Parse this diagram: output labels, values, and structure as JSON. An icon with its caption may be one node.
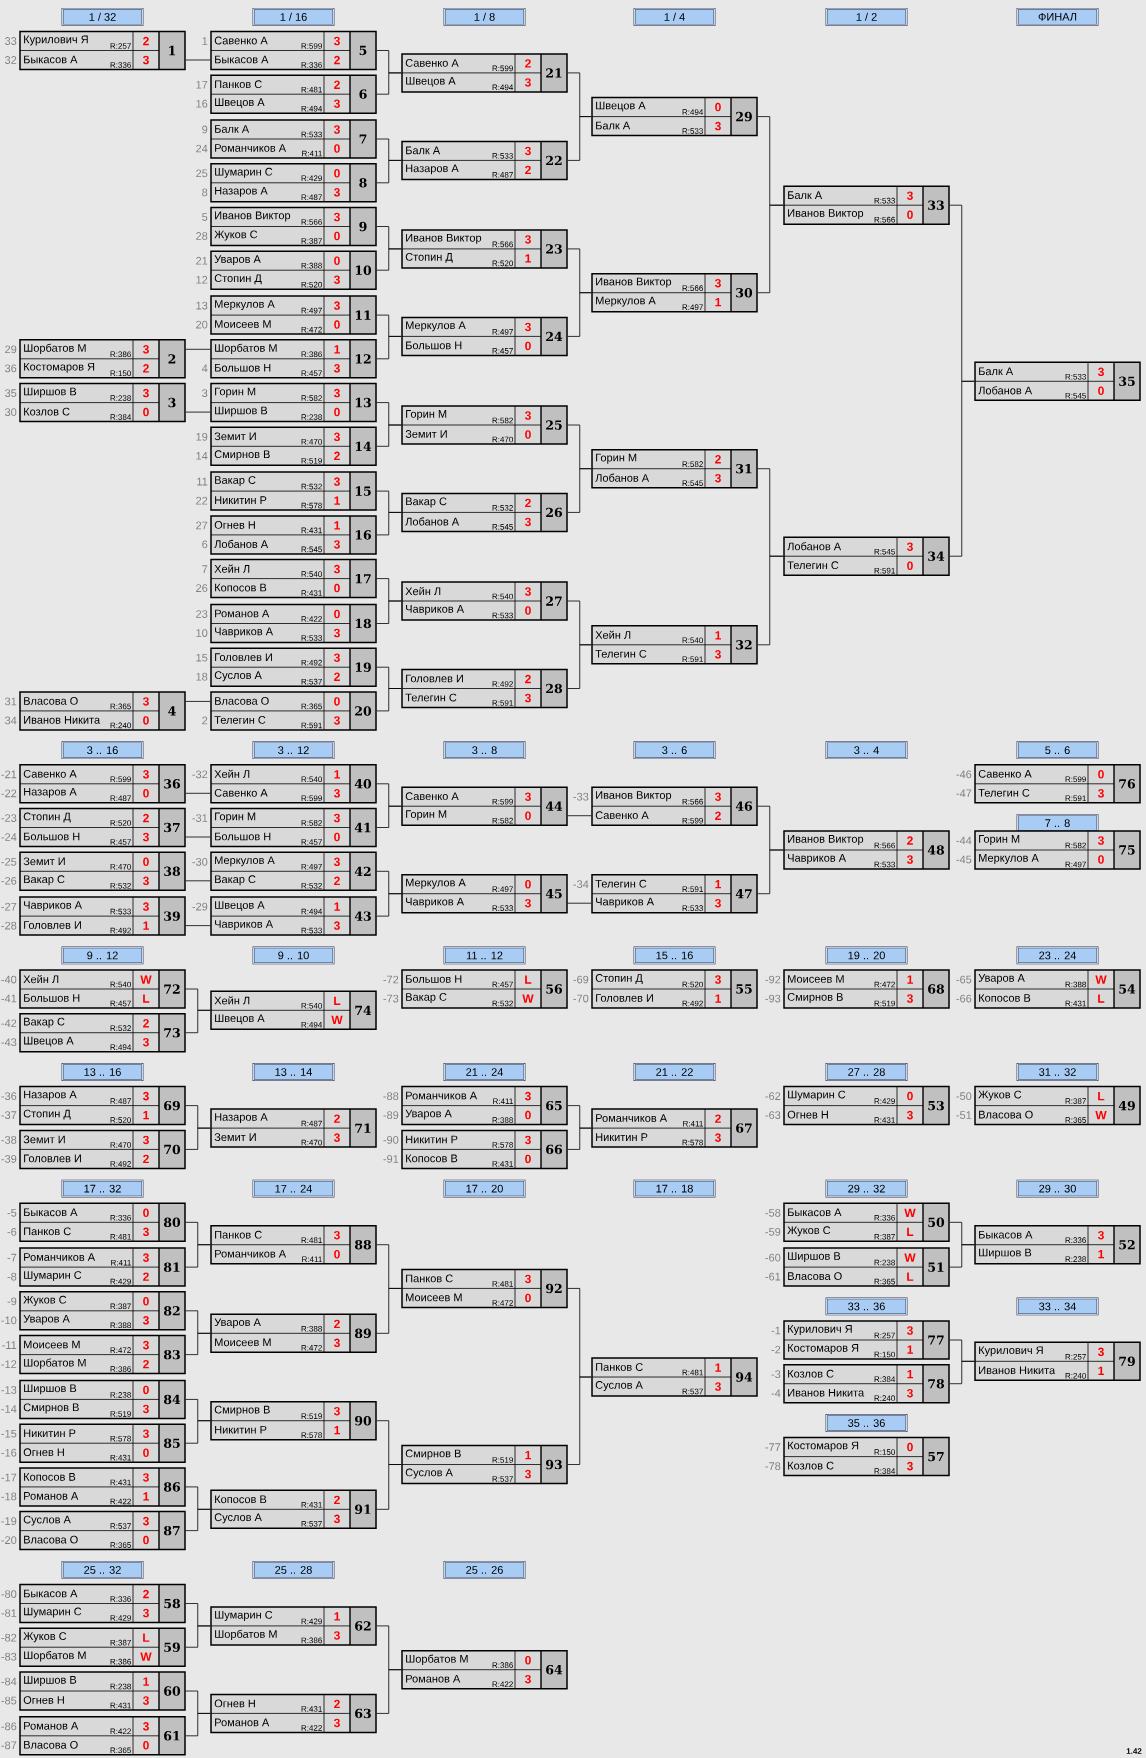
{
  "diagram": {
    "nodes": [
      {
        "text": [
          "1 / 32"
        ]
      },
      {
        "text": [
          "1 / 16"
        ]
      },
      {
        "text": [
          "1 / 8"
        ]
      },
      {
        "text": [
          "1 / 4"
        ]
      },
      {
        "text": [
          "1 / 2"
        ]
      },
      {
        "text": [
          "ФИНАЛ"
        ]
      },
      {
        "text": [
          "Курилович Я",
          "R:257",
          "2",
          "Быкасов А",
          "R:336",
          "3",
          "1"
        ],
        "beside": [
          "33",
          "32"
        ]
      },
      {
        "text": [
          "Шорбатов М",
          "R:386",
          "3",
          "Костомаров Я",
          "R:150",
          "2",
          "2"
        ],
        "beside": [
          "29",
          "36"
        ]
      },
      {
        "text": [
          "Ширшов В",
          "R:238",
          "3",
          "Козлов С",
          "R:384",
          "0",
          "3"
        ],
        "beside": [
          "35",
          "30"
        ]
      },
      {
        "text": [
          "Власова О",
          "R:365",
          "3",
          "Иванов Никита",
          "R:240",
          "0",
          "4"
        ],
        "beside": [
          "31",
          "34"
        ]
      },
      {
        "text": [
          "Савенко А",
          "R:599",
          "3",
          "Быкасов А",
          "R:336",
          "2",
          "5"
        ],
        "beside": [
          "1"
        ]
      },
      {
        "text": [
          "Панков С",
          "R:481",
          "2",
          "Швецов А",
          "R:494",
          "3",
          "6"
        ],
        "beside": [
          "17",
          "16"
        ]
      },
      {
        "text": [
          "Балк А",
          "R:533",
          "3",
          "Романчиков А",
          "R:411",
          "0",
          "7"
        ],
        "beside": [
          "9",
          "24"
        ]
      },
      {
        "text": [
          "Шумарин С",
          "R:429",
          "0",
          "Назаров А",
          "R:487",
          "3",
          "8"
        ],
        "beside": [
          "25",
          "8"
        ]
      },
      {
        "text": [
          "Иванов Виктор",
          "R:566",
          "3",
          "Жуков С",
          "R:387",
          "0",
          "9"
        ],
        "beside": [
          "5",
          "28"
        ]
      },
      {
        "text": [
          "Уваров А",
          "R:388",
          "0",
          "Стопин Д",
          "R:520",
          "3",
          "10"
        ],
        "beside": [
          "21",
          "12"
        ]
      },
      {
        "text": [
          "Меркулов А",
          "R:497",
          "3",
          "Моисеев М",
          "R:472",
          "0",
          "11"
        ],
        "beside": [
          "13",
          "20"
        ]
      },
      {
        "text": [
          "Шорбатов М",
          "R:386",
          "1",
          "Большов Н",
          "R:457",
          "3",
          "12"
        ],
        "beside": [
          "4"
        ]
      },
      {
        "text": [
          "Горин М",
          "R:582",
          "3",
          "Ширшов В",
          "R:238",
          "0",
          "13"
        ],
        "beside": [
          "3"
        ]
      },
      {
        "text": [
          "Земит И",
          "R:470",
          "3",
          "Смирнов В",
          "R:519",
          "2",
          "14"
        ],
        "beside": [
          "19",
          "14"
        ]
      },
      {
        "text": [
          "Вакар С",
          "R:532",
          "3",
          "Никитин Р",
          "R:578",
          "1",
          "15"
        ],
        "beside": [
          "11",
          "22"
        ]
      },
      {
        "text": [
          "Огнев Н",
          "R:431",
          "1",
          "Лобанов А",
          "R:545",
          "3",
          "16"
        ],
        "beside": [
          "27",
          "6"
        ]
      },
      {
        "text": [
          "Хейн Л",
          "R:540",
          "3",
          "Копосов В",
          "R:431",
          "0",
          "17"
        ],
        "beside": [
          "7",
          "26"
        ]
      },
      {
        "text": [
          "Романов А",
          "R:422",
          "0",
          "Чавриков А",
          "R:533",
          "3",
          "18"
        ],
        "beside": [
          "23",
          "10"
        ]
      },
      {
        "text": [
          "Головлев И",
          "R:492",
          "3",
          "Суслов А",
          "R:537",
          "2",
          "19"
        ],
        "beside": [
          "15",
          "18"
        ]
      },
      {
        "text": [
          "Власова О",
          "R:365",
          "0",
          "Телегин С",
          "R:591",
          "3",
          "20"
        ],
        "beside": [
          "2"
        ]
      },
      {
        "text": [
          "Савенко А",
          "R:599",
          "2",
          "Швецов А",
          "R:494",
          "3",
          "21"
        ]
      },
      {
        "text": [
          "Балк А",
          "R:533",
          "3",
          "Назаров А",
          "R:487",
          "2",
          "22"
        ]
      },
      {
        "text": [
          "Иванов Виктор",
          "R:566",
          "3",
          "Стопин Д",
          "R:520",
          "1",
          "23"
        ]
      },
      {
        "text": [
          "Меркулов А",
          "R:497",
          "3",
          "Большов Н",
          "R:457",
          "0",
          "24"
        ]
      },
      {
        "text": [
          "Горин М",
          "R:582",
          "3",
          "Земит И",
          "R:470",
          "0",
          "25"
        ]
      },
      {
        "text": [
          "Вакар С",
          "R:532",
          "2",
          "Лобанов А",
          "R:545",
          "3",
          "26"
        ]
      },
      {
        "text": [
          "Хейн Л",
          "R:540",
          "3",
          "Чавриков А",
          "R:533",
          "0",
          "27"
        ]
      },
      {
        "text": [
          "Головлев И",
          "R:492",
          "2",
          "Телегин С",
          "R:591",
          "3",
          "28"
        ]
      },
      {
        "text": [
          "Швецов А",
          "R:494",
          "0",
          "Балк А",
          "R:533",
          "3",
          "29"
        ]
      },
      {
        "text": [
          "Иванов Виктор",
          "R:566",
          "3",
          "Меркулов А",
          "R:497",
          "1",
          "30"
        ]
      },
      {
        "text": [
          "Горин М",
          "R:582",
          "2",
          "Лобанов А",
          "R:545",
          "3",
          "31"
        ]
      },
      {
        "text": [
          "Хейн Л",
          "R:540",
          "1",
          "Телегин С",
          "R:591",
          "3",
          "32"
        ]
      },
      {
        "text": [
          "Балк А",
          "R:533",
          "3",
          "Иванов Виктор",
          "R:566",
          "0",
          "33"
        ]
      },
      {
        "text": [
          "Лобанов А",
          "R:545",
          "3",
          "Телегин С",
          "R:591",
          "0",
          "34"
        ]
      },
      {
        "text": [
          "Балк А",
          "R:533",
          "3",
          "Лобанов А",
          "R:545",
          "0",
          "35"
        ]
      },
      {
        "text": [
          "3 .. 16"
        ]
      },
      {
        "text": [
          "3 .. 12"
        ]
      },
      {
        "text": [
          "3 .. 8"
        ]
      },
      {
        "text": [
          "3 .. 6"
        ]
      },
      {
        "text": [
          "3 .. 4"
        ]
      },
      {
        "text": [
          "5 .. 6"
        ]
      },
      {
        "text": [
          "Савенко А",
          "R:599",
          "3",
          "Назаров А",
          "R:487",
          "0",
          "36"
        ],
        "beside": [
          "-21",
          "-22"
        ]
      },
      {
        "text": [
          "Стопин Д",
          "R:520",
          "2",
          "Большов Н",
          "R:457",
          "3",
          "37"
        ],
        "beside": [
          "-23",
          "-24"
        ]
      },
      {
        "text": [
          "Земит И",
          "R:470",
          "0",
          "Вакар С",
          "R:532",
          "3",
          "38"
        ],
        "beside": [
          "-25",
          "-26"
        ]
      },
      {
        "text": [
          "Чавриков А",
          "R:533",
          "3",
          "Головлев И",
          "R:492",
          "1",
          "39"
        ],
        "beside": [
          "-27",
          "-28"
        ]
      },
      {
        "text": [
          "Хейн Л",
          "R:540",
          "1",
          "Савенко А",
          "R:599",
          "3",
          "40"
        ],
        "beside": [
          "-32"
        ]
      },
      {
        "text": [
          "Горин М",
          "R:582",
          "3",
          "Большов Н",
          "R:457",
          "0",
          "41"
        ],
        "beside": [
          "-31"
        ]
      },
      {
        "text": [
          "Меркулов А",
          "R:497",
          "3",
          "Вакар С",
          "R:532",
          "2",
          "42"
        ],
        "beside": [
          "-30"
        ]
      },
      {
        "text": [
          "Швецов А",
          "R:494",
          "1",
          "Чавриков А",
          "R:533",
          "3",
          "43"
        ],
        "beside": [
          "-29"
        ]
      },
      {
        "text": [
          "Савенко А",
          "R:599",
          "3",
          "Горин М",
          "R:582",
          "0",
          "44"
        ]
      },
      {
        "text": [
          "Меркулов А",
          "R:497",
          "0",
          "Чавриков А",
          "R:533",
          "3",
          "45"
        ]
      },
      {
        "text": [
          "Иванов Виктор",
          "R:566",
          "3",
          "Савенко А",
          "R:599",
          "2",
          "46"
        ],
        "beside": [
          "-33"
        ]
      },
      {
        "text": [
          "Телегин С",
          "R:591",
          "1",
          "Чавриков А",
          "R:533",
          "3",
          "47"
        ],
        "beside": [
          "-34"
        ]
      },
      {
        "text": [
          "Иванов Виктор",
          "R:566",
          "2",
          "Чавриков А",
          "R:533",
          "3",
          "48"
        ]
      },
      {
        "text": [
          "Савенко А",
          "R:599",
          "0",
          "Телегин С",
          "R:591",
          "3",
          "76"
        ],
        "beside": [
          "-46",
          "-47"
        ]
      },
      {
        "text": [
          "7 .. 8"
        ]
      },
      {
        "text": [
          "Горин М",
          "R:582",
          "3",
          "Меркулов А",
          "R:497",
          "0",
          "75"
        ],
        "beside": [
          "-44",
          "-45"
        ]
      },
      {
        "text": [
          "9 .. 12"
        ]
      },
      {
        "text": [
          "9 .. 10"
        ]
      },
      {
        "text": [
          "11 .. 12"
        ]
      },
      {
        "text": [
          "15 .. 16"
        ]
      },
      {
        "text": [
          "19 .. 20"
        ]
      },
      {
        "text": [
          "23 .. 24"
        ]
      },
      {
        "text": [
          "Хейн Л",
          "R:540",
          "W",
          "Большов Н",
          "R:457",
          "L",
          "72"
        ],
        "beside": [
          "-40",
          "-41"
        ]
      },
      {
        "text": [
          "Вакар С",
          "R:532",
          "2",
          "Швецов А",
          "R:494",
          "3",
          "73"
        ],
        "beside": [
          "-42",
          "-43"
        ]
      },
      {
        "text": [
          "Хейн Л",
          "R:540",
          "L",
          "Швецов А",
          "R:494",
          "W",
          "74"
        ]
      },
      {
        "text": [
          "Большов Н",
          "R:457",
          "L",
          "Вакар С",
          "R:532",
          "W",
          "56"
        ],
        "beside": [
          "-72",
          "-73"
        ]
      },
      {
        "text": [
          "Стопин Д",
          "R:520",
          "3",
          "Головлев И",
          "R:492",
          "1",
          "55"
        ],
        "beside": [
          "-69",
          "-70"
        ]
      },
      {
        "text": [
          "Моисеев М",
          "R:472",
          "1",
          "Смирнов В",
          "R:519",
          "3",
          "68"
        ],
        "beside": [
          "-92",
          "-93"
        ]
      },
      {
        "text": [
          "Уваров А",
          "R:388",
          "W",
          "Копосов В",
          "R:431",
          "L",
          "54"
        ],
        "beside": [
          "-65",
          "-66"
        ]
      },
      {
        "text": [
          "13 .. 16"
        ]
      },
      {
        "text": [
          "13 .. 14"
        ]
      },
      {
        "text": [
          "21 .. 24"
        ]
      },
      {
        "text": [
          "21 .. 22"
        ]
      },
      {
        "text": [
          "27 .. 28"
        ]
      },
      {
        "text": [
          "31 .. 32"
        ]
      },
      {
        "text": [
          "Назаров А",
          "R:487",
          "3",
          "Стопин Д",
          "R:520",
          "1",
          "69"
        ],
        "beside": [
          "-36",
          "-37"
        ]
      },
      {
        "text": [
          "Земит И",
          "R:470",
          "3",
          "Головлев И",
          "R:492",
          "2",
          "70"
        ],
        "beside": [
          "-38",
          "-39"
        ]
      },
      {
        "text": [
          "Назаров А",
          "R:487",
          "2",
          "Земит И",
          "R:470",
          "3",
          "71"
        ]
      },
      {
        "text": [
          "Романчиков А",
          "R:411",
          "3",
          "Уваров А",
          "R:388",
          "0",
          "65"
        ],
        "beside": [
          "-88",
          "-89"
        ]
      },
      {
        "text": [
          "Никитин Р",
          "R:578",
          "3",
          "Копосов В",
          "R:431",
          "0",
          "66"
        ],
        "beside": [
          "-90",
          "-91"
        ]
      },
      {
        "text": [
          "Романчиков А",
          "R:411",
          "2",
          "Никитин Р",
          "R:578",
          "3",
          "67"
        ]
      },
      {
        "text": [
          "Шумарин С",
          "R:429",
          "0",
          "Огнев Н",
          "R:431",
          "3",
          "53"
        ],
        "beside": [
          "-62",
          "-63"
        ]
      },
      {
        "text": [
          "Жуков С",
          "R:387",
          "L",
          "Власова О",
          "R:365",
          "W",
          "49"
        ],
        "beside": [
          "-50",
          "-51"
        ]
      },
      {
        "text": [
          "17 .. 32"
        ]
      },
      {
        "text": [
          "17 .. 24"
        ]
      },
      {
        "text": [
          "17 .. 20"
        ]
      },
      {
        "text": [
          "17 .. 18"
        ]
      },
      {
        "text": [
          "29 .. 32"
        ]
      },
      {
        "text": [
          "29 .. 30"
        ]
      },
      {
        "text": [
          "Быкасов А",
          "R:336",
          "0",
          "Панков С",
          "R:481",
          "3",
          "80"
        ],
        "beside": [
          "-5",
          "-6"
        ]
      },
      {
        "text": [
          "Романчиков А",
          "R:411",
          "3",
          "Шумарин С",
          "R:429",
          "2",
          "81"
        ],
        "beside": [
          "-7",
          "-8"
        ]
      },
      {
        "text": [
          "Жуков С",
          "R:387",
          "0",
          "Уваров А",
          "R:388",
          "3",
          "82"
        ],
        "beside": [
          "-9",
          "-10"
        ]
      },
      {
        "text": [
          "Моисеев М",
          "R:472",
          "3",
          "Шорбатов М",
          "R:386",
          "2",
          "83"
        ],
        "beside": [
          "-11",
          "-12"
        ]
      },
      {
        "text": [
          "Ширшов В",
          "R:238",
          "0",
          "Смирнов В",
          "R:519",
          "3",
          "84"
        ],
        "beside": [
          "-13",
          "-14"
        ]
      },
      {
        "text": [
          "Никитин Р",
          "R:578",
          "3",
          "Огнев Н",
          "R:431",
          "0",
          "85"
        ],
        "beside": [
          "-15",
          "-16"
        ]
      },
      {
        "text": [
          "Копосов В",
          "R:431",
          "3",
          "Романов А",
          "R:422",
          "1",
          "86"
        ],
        "beside": [
          "-17",
          "-18"
        ]
      },
      {
        "text": [
          "Суслов А",
          "R:537",
          "3",
          "Власова О",
          "R:365",
          "0",
          "87"
        ],
        "beside": [
          "-19",
          "-20"
        ]
      },
      {
        "text": [
          "Панков С",
          "R:481",
          "3",
          "Романчиков А",
          "R:411",
          "0",
          "88"
        ]
      },
      {
        "text": [
          "Уваров А",
          "R:388",
          "2",
          "Моисеев М",
          "R:472",
          "3",
          "89"
        ]
      },
      {
        "text": [
          "Смирнов В",
          "R:519",
          "3",
          "Никитин Р",
          "R:578",
          "1",
          "90"
        ]
      },
      {
        "text": [
          "Копосов В",
          "R:431",
          "2",
          "Суслов А",
          "R:537",
          "3",
          "91"
        ]
      },
      {
        "text": [
          "Панков С",
          "R:481",
          "3",
          "Моисеев М",
          "R:472",
          "0",
          "92"
        ]
      },
      {
        "text": [
          "Смирнов В",
          "R:519",
          "1",
          "Суслов А",
          "R:537",
          "3",
          "93"
        ]
      },
      {
        "text": [
          "Панков С",
          "R:481",
          "1",
          "Суслов А",
          "R:537",
          "3",
          "94"
        ]
      },
      {
        "text": [
          "Быкасов А",
          "R:336",
          "W",
          "Жуков С",
          "R:387",
          "L",
          "50"
        ],
        "beside": [
          "-58",
          "-59"
        ]
      },
      {
        "text": [
          "Ширшов В",
          "R:238",
          "W",
          "Власова О",
          "R:365",
          "L",
          "51"
        ],
        "beside": [
          "-60",
          "-61"
        ]
      },
      {
        "text": [
          "Быкасов А",
          "R:336",
          "3",
          "Ширшов В",
          "R:238",
          "1",
          "52"
        ]
      },
      {
        "text": [
          "33 .. 36"
        ]
      },
      {
        "text": [
          "33 .. 34"
        ]
      },
      {
        "text": [
          "Курилович Я",
          "R:257",
          "3",
          "Костомаров Я",
          "R:150",
          "1",
          "77"
        ],
        "beside": [
          "-1",
          "-2"
        ]
      },
      {
        "text": [
          "Козлов С",
          "R:384",
          "1",
          "Иванов Никита",
          "R:240",
          "3",
          "78"
        ],
        "beside": [
          "-3",
          "-4"
        ]
      },
      {
        "text": [
          "Курилович Я",
          "R:257",
          "3",
          "Иванов Никита",
          "R:240",
          "1",
          "79"
        ]
      },
      {
        "text": [
          "35 .. 36"
        ]
      },
      {
        "text": [
          "Костомаров Я",
          "R:150",
          "0",
          "Козлов С",
          "R:384",
          "3",
          "57"
        ],
        "beside": [
          "-77",
          "-78"
        ]
      },
      {
        "text": [
          "25 .. 32"
        ]
      },
      {
        "text": [
          "25 .. 28"
        ]
      },
      {
        "text": [
          "25 .. 26"
        ]
      },
      {
        "text": [
          "Быкасов А",
          "R:336",
          "2",
          "Шумарин С",
          "R:429",
          "3",
          "58"
        ],
        "beside": [
          "-80",
          "-81"
        ]
      },
      {
        "text": [
          "Жуков С",
          "R:387",
          "L",
          "Шорбатов М",
          "R:386",
          "W",
          "59"
        ],
        "beside": [
          "-82",
          "-83"
        ]
      },
      {
        "text": [
          "Ширшов В",
          "R:238",
          "1",
          "Огнев Н",
          "R:431",
          "3",
          "60"
        ],
        "beside": [
          "-84",
          "-85"
        ]
      },
      {
        "text": [
          "Романов А",
          "R:422",
          "3",
          "Власова О",
          "R:365",
          "0",
          "61"
        ],
        "beside": [
          "-86",
          "-87"
        ]
      },
      {
        "text": [
          "Шумарин С",
          "R:429",
          "1",
          "Шорбатов М",
          "R:386",
          "3",
          "62"
        ]
      },
      {
        "text": [
          "Огнев Н",
          "R:431",
          "2",
          "Романов А",
          "R:422",
          "3",
          "63"
        ]
      },
      {
        "text": [
          "Шорбатов М",
          "R:386",
          "0",
          "Романов А",
          "R:422",
          "3",
          "64"
        ]
      }
    ],
    "edges": [
      {
        "from": 6,
        "to": 10,
        "arrow": "none"
      },
      {
        "from": 7,
        "to": 17,
        "arrow": "none"
      },
      {
        "from": 8,
        "to": 18,
        "arrow": "none"
      },
      {
        "from": 9,
        "to": 25,
        "arrow": "none"
      },
      {
        "from": 10,
        "to": 26,
        "arrow": "none"
      },
      {
        "from": 11,
        "to": 26,
        "arrow": "none"
      },
      {
        "from": 12,
        "to": 27,
        "arrow": "none"
      },
      {
        "from": 13,
        "to": 27,
        "arrow": "none"
      },
      {
        "from": 14,
        "to": 28,
        "arrow": "none"
      },
      {
        "from": 15,
        "to": 28,
        "arrow": "none"
      },
      {
        "from": 16,
        "to": 29,
        "arrow": "none"
      },
      {
        "from": 17,
        "to": 29,
        "arrow": "none"
      },
      {
        "from": 18,
        "to": 30,
        "arrow": "none"
      },
      {
        "from": 19,
        "to": 30,
        "arrow": "none"
      },
      {
        "from": 20,
        "to": 31,
        "arrow": "none"
      },
      {
        "from": 21,
        "to": 31,
        "arrow": "none"
      },
      {
        "from": 22,
        "to": 32,
        "arrow": "none"
      },
      {
        "from": 23,
        "to": 32,
        "arrow": "none"
      },
      {
        "from": 24,
        "to": 33,
        "arrow": "none"
      },
      {
        "from": 25,
        "to": 33,
        "arrow": "none"
      },
      {
        "from": 26,
        "to": 34,
        "arrow": "none"
      },
      {
        "from": 27,
        "to": 34,
        "arrow": "none"
      },
      {
        "from": 28,
        "to": 35,
        "arrow": "none"
      },
      {
        "from": 29,
        "to": 35,
        "arrow": "none"
      },
      {
        "from": 30,
        "to": 36,
        "arrow": "none"
      },
      {
        "from": 31,
        "to": 36,
        "arrow": "none"
      },
      {
        "from": 32,
        "to": 37,
        "arrow": "none"
      },
      {
        "from": 33,
        "to": 37,
        "arrow": "none"
      },
      {
        "from": 34,
        "to": 38,
        "arrow": "none"
      },
      {
        "from": 35,
        "to": 38,
        "arrow": "none"
      },
      {
        "from": 36,
        "to": 39,
        "arrow": "none"
      },
      {
        "from": 37,
        "to": 39,
        "arrow": "none"
      },
      {
        "from": 38,
        "to": 40,
        "arrow": "none"
      },
      {
        "from": 39,
        "to": 40,
        "arrow": "none"
      },
      {
        "from": 47,
        "to": 51,
        "arrow": "none"
      },
      {
        "from": 48,
        "to": 52,
        "arrow": "none"
      },
      {
        "from": 49,
        "to": 53,
        "arrow": "none"
      },
      {
        "from": 50,
        "to": 54,
        "arrow": "none"
      },
      {
        "from": 51,
        "to": 55,
        "arrow": "none"
      },
      {
        "from": 52,
        "to": 55,
        "arrow": "none"
      },
      {
        "from": 53,
        "to": 56,
        "arrow": "none"
      },
      {
        "from": 54,
        "to": 56,
        "arrow": "none"
      },
      {
        "from": 55,
        "to": 57,
        "arrow": "none"
      },
      {
        "from": 56,
        "to": 58,
        "arrow": "none"
      },
      {
        "from": 57,
        "to": 59,
        "arrow": "none"
      },
      {
        "from": 58,
        "to": 59,
        "arrow": "none"
      },
      {
        "from": 69,
        "to": 71,
        "arrow": "none"
      },
      {
        "from": 70,
        "to": 71,
        "arrow": "none"
      },
      {
        "from": 82,
        "to": 84,
        "arrow": "none"
      },
      {
        "from": 83,
        "to": 84,
        "arrow": "none"
      },
      {
        "from": 85,
        "to": 87,
        "arrow": "none"
      },
      {
        "from": 86,
        "to": 87,
        "arrow": "none"
      },
      {
        "from": 96,
        "to": 104,
        "arrow": "none"
      },
      {
        "from": 97,
        "to": 104,
        "arrow": "none"
      },
      {
        "from": 98,
        "to": 105,
        "arrow": "none"
      },
      {
        "from": 99,
        "to": 105,
        "arrow": "none"
      },
      {
        "from": 100,
        "to": 106,
        "arrow": "none"
      },
      {
        "from": 101,
        "to": 106,
        "arrow": "none"
      },
      {
        "from": 102,
        "to": 107,
        "arrow": "none"
      },
      {
        "from": 103,
        "to": 107,
        "arrow": "none"
      },
      {
        "from": 104,
        "to": 108,
        "arrow": "none"
      },
      {
        "from": 105,
        "to": 108,
        "arrow": "none"
      },
      {
        "from": 106,
        "to": 109,
        "arrow": "none"
      },
      {
        "from": 107,
        "to": 109,
        "arrow": "none"
      },
      {
        "from": 108,
        "to": 110,
        "arrow": "none"
      },
      {
        "from": 109,
        "to": 110,
        "arrow": "none"
      },
      {
        "from": 111,
        "to": 113,
        "arrow": "none"
      },
      {
        "from": 112,
        "to": 113,
        "arrow": "none"
      },
      {
        "from": 116,
        "to": 118,
        "arrow": "none"
      },
      {
        "from": 117,
        "to": 118,
        "arrow": "none"
      },
      {
        "from": 124,
        "to": 128,
        "arrow": "none"
      },
      {
        "from": 125,
        "to": 128,
        "arrow": "none"
      },
      {
        "from": 126,
        "to": 129,
        "arrow": "none"
      },
      {
        "from": 127,
        "to": 129,
        "arrow": "none"
      },
      {
        "from": 128,
        "to": 130,
        "arrow": "none"
      },
      {
        "from": 129,
        "to": 130,
        "arrow": "none"
      }
    ],
    "labels": [
      "1.42"
    ]
  }
}
